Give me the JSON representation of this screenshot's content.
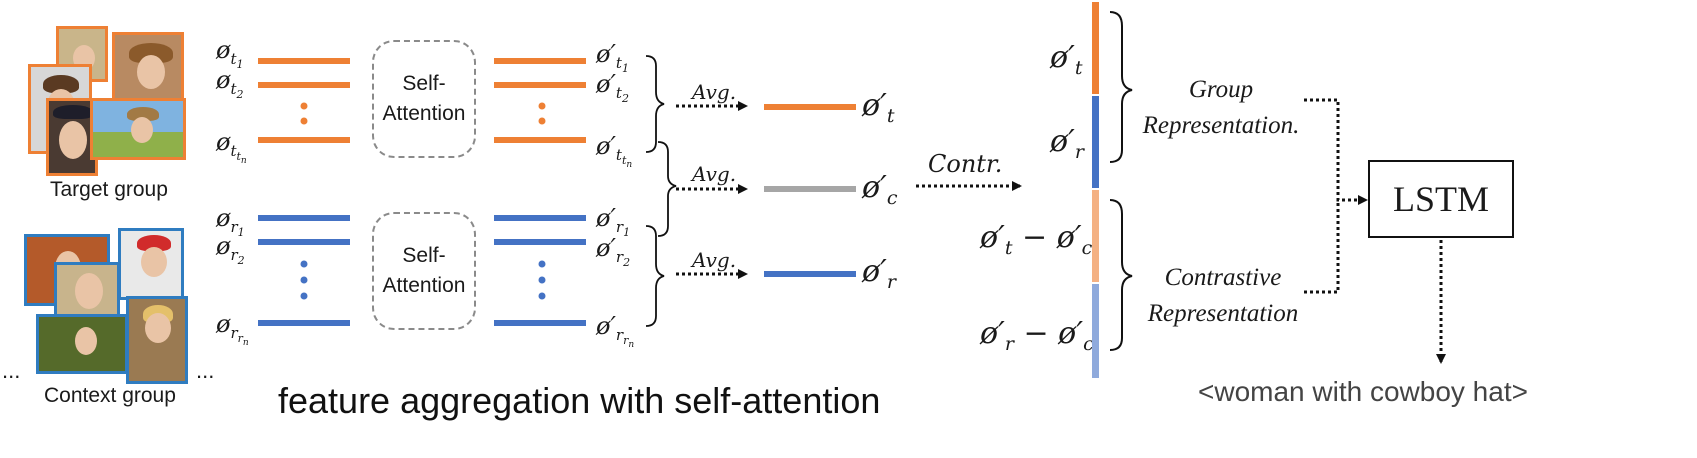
{
  "left_panel": {
    "target_group_label": "Target group",
    "context_group_label": "Context group",
    "ellipsis": "..."
  },
  "inputs": {
    "target": [
      "ø_{t_1}",
      "ø_{t_2}",
      "ø_{t_{t_n}}"
    ],
    "context": [
      "ø_{r_1}",
      "ø_{r_2}",
      "ø_{r_{r_n}}"
    ]
  },
  "attention_block": {
    "label_line1": "Self-",
    "label_line2": "Attention"
  },
  "outputs": {
    "target": [
      "ø′_{t_1}",
      "ø′_{t_2}",
      "ø′_{t_{t_n}}"
    ],
    "context": [
      "ø′_{r_1}",
      "ø′_{r_2}",
      "ø′_{r_{r_n}}"
    ]
  },
  "averaging": {
    "label": "Avg.",
    "results": [
      "ø′_t",
      "ø′_c",
      "ø′_r"
    ]
  },
  "contrast": {
    "label": "Contr."
  },
  "representations": {
    "stack": [
      "ø′_t",
      "ø′_r",
      "ø′_t − ø′_c",
      "ø′_r − ø′_c"
    ],
    "group_label_line1": "Group",
    "group_label_line2": "Representation.",
    "contrastive_label_line1": "Contrastive",
    "contrastive_label_line2": "Representation"
  },
  "decoder": {
    "label": "LSTM",
    "output": "<woman with cowboy hat>"
  },
  "caption": "feature aggregation with self-attention",
  "colors": {
    "orange": "#ee8034",
    "blue": "#4472c4",
    "gray": "#a6a6a6",
    "light_orange": "#f4b183",
    "light_blue": "#8faadc",
    "target_frame": "#ee8034",
    "context_frame": "#2f7cc0"
  }
}
